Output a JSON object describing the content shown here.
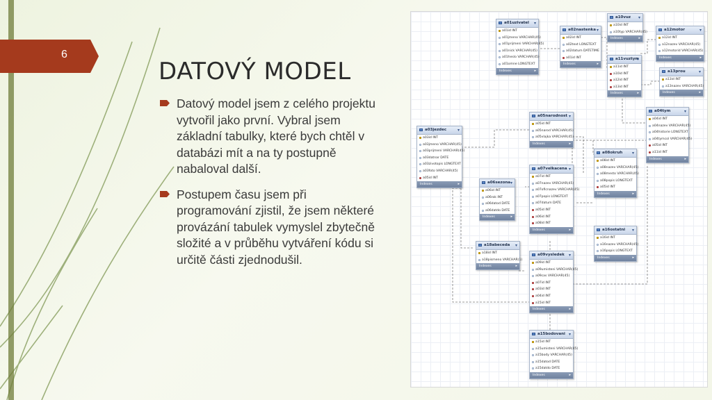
{
  "slide_number": "6",
  "title": "DATOVÝ MODEL",
  "bullets": [
    "Datový model jsem z celého projektu vytvořil jako první. Vybral jsem základní tabulky, které bych chtěl v databázi mít a na ty postupně nabaloval další.",
    "Postupem času jsem při programování zjistil, že jsem některé provázání tabulek vymyslel zbytečně složité a v průběhu vytváření kódu si určitě části zjednodušil."
  ],
  "colors": {
    "accent": "#a53a1d",
    "decoration": "#8fa468",
    "bullet": "#a53a1d"
  },
  "diagram": {
    "footer_label": "Indexes",
    "tables": [
      {
        "name": "a01uzivatel",
        "cols": [
          [
            "a01id INT",
            "pk"
          ],
          [
            "a01jmeno VARCHAR(45)",
            ""
          ],
          [
            "a01prijmeni VARCHAR(45)",
            ""
          ],
          [
            "a01nick VARCHAR(45)",
            ""
          ],
          [
            "a01heslo VARCHAR(45)",
            ""
          ],
          [
            "a01omne LONGTEXT",
            ""
          ]
        ]
      },
      {
        "name": "a02nastenka",
        "cols": [
          [
            "a02id INT",
            "pk"
          ],
          [
            "a02text LONGTEXT",
            ""
          ],
          [
            "a02datum DATETIME",
            ""
          ],
          [
            "a01id INT",
            "fk"
          ]
        ]
      },
      {
        "name": "a10vuz",
        "cols": [
          [
            "a10id INT",
            "pk"
          ],
          [
            "a10typ VARCHAR(45)",
            ""
          ]
        ]
      },
      {
        "name": "a12motor",
        "cols": [
          [
            "a12id INT",
            "pk"
          ],
          [
            "a12nazev VARCHAR(45)",
            ""
          ],
          [
            "a12motorid VARCHAR(45)",
            ""
          ]
        ]
      },
      {
        "name": "a11vuztym",
        "cols": [
          [
            "a11id INT",
            "pk"
          ],
          [
            "a10id INT",
            "fk"
          ],
          [
            "a12id INT",
            "fk"
          ],
          [
            "a13id INT",
            "fk"
          ]
        ]
      },
      {
        "name": "a13prou",
        "cols": [
          [
            "a13id INT",
            "pk"
          ],
          [
            "a13nazev VARCHAR(45)",
            ""
          ]
        ]
      },
      {
        "name": "a04tym",
        "cols": [
          [
            "a04id INT",
            "pk"
          ],
          [
            "a04nazev VARCHAR(45)",
            ""
          ],
          [
            "a04historie LONGTEXT",
            ""
          ],
          [
            "a04tymcol VARCHAR(45)",
            ""
          ],
          [
            "a05id INT",
            "fk"
          ],
          [
            "a11id INT",
            "fk"
          ]
        ]
      },
      {
        "name": "a05narodnost",
        "cols": [
          [
            "a05id INT",
            "pk"
          ],
          [
            "a05narod VARCHAR(45)",
            ""
          ],
          [
            "a05vlajka VARCHAR(45)",
            ""
          ]
        ]
      },
      {
        "name": "a03jezdec",
        "cols": [
          [
            "a03id INT",
            "pk"
          ],
          [
            "a03jmeno VARCHAR(45)",
            ""
          ],
          [
            "a03prijmeni VARCHAR(45)",
            ""
          ],
          [
            "a03datnar DATE",
            ""
          ],
          [
            "a03zivotopis LONGTEXT",
            ""
          ],
          [
            "a03foto VARCHAR(45)",
            ""
          ],
          [
            "a05id INT",
            "fk"
          ]
        ]
      },
      {
        "name": "a08okruh",
        "cols": [
          [
            "a08id INT",
            "pk"
          ],
          [
            "a08nazev VARCHAR(45)",
            ""
          ],
          [
            "a08mesto VARCHAR(45)",
            ""
          ],
          [
            "a08popis LONGTEXT",
            ""
          ],
          [
            "a05id INT",
            "fk"
          ]
        ]
      },
      {
        "name": "a07velkacena",
        "cols": [
          [
            "a07id INT",
            "pk"
          ],
          [
            "a07nazev VARCHAR(45)",
            ""
          ],
          [
            "a07oficnazev VARCHAR(45)",
            ""
          ],
          [
            "a07popis LONGTEXT",
            ""
          ],
          [
            "a07datum DATE",
            ""
          ],
          [
            "a05id INT",
            "fk"
          ],
          [
            "a06id INT",
            "fk"
          ],
          [
            "a08id INT",
            "fk"
          ]
        ]
      },
      {
        "name": "a06sezona",
        "cols": [
          [
            "a06id INT",
            "pk"
          ],
          [
            "a06rok INT",
            ""
          ],
          [
            "a06datod DATE",
            ""
          ],
          [
            "a06datdo DATE",
            ""
          ]
        ]
      },
      {
        "name": "a16ostatni",
        "cols": [
          [
            "a16id INT",
            "pk"
          ],
          [
            "a16nazev VARCHAR(45)",
            ""
          ],
          [
            "a16popis LONGTEXT",
            ""
          ]
        ]
      },
      {
        "name": "a18abeceda",
        "cols": [
          [
            "a18id INT",
            "pk"
          ],
          [
            "a18pismeno VARCHAR(1)",
            ""
          ]
        ]
      },
      {
        "name": "a09vysledek",
        "cols": [
          [
            "a09id INT",
            "pk"
          ],
          [
            "a09umisteni VARCHAR(45)",
            ""
          ],
          [
            "a09cas VARCHAR(45)",
            ""
          ],
          [
            "a07id INT",
            "fk"
          ],
          [
            "a03id INT",
            "fk"
          ],
          [
            "a04id INT",
            "fk"
          ],
          [
            "a15id INT",
            "fk"
          ]
        ]
      },
      {
        "name": "a15bodovani",
        "cols": [
          [
            "a15id INT",
            "pk"
          ],
          [
            "a15umisteni VARCHAR(45)",
            ""
          ],
          [
            "a15body VARCHAR(45)",
            ""
          ],
          [
            "a15datod DATE",
            ""
          ],
          [
            "a15datdo DATE",
            ""
          ]
        ]
      }
    ]
  }
}
